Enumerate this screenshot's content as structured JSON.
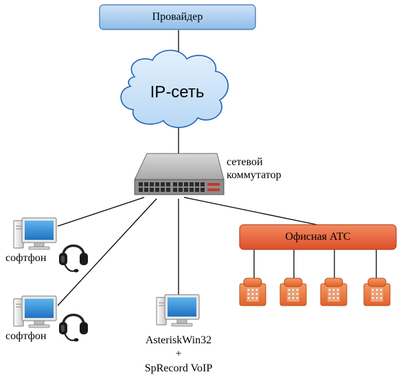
{
  "provider": {
    "label": "Провайдер",
    "fill": "#a9cdf0",
    "stroke": "#3a6ea5"
  },
  "cloud": {
    "label": "IP-сеть"
  },
  "switch": {
    "label_line1": "сетевой",
    "label_line2": "коммутатор"
  },
  "softphones": [
    {
      "label": "софтфон"
    },
    {
      "label": "софтфон"
    }
  ],
  "server": {
    "label_line1": "AsteriskWin32",
    "label_line2": "+",
    "label_line3": "SpRecord VoIP"
  },
  "pbx": {
    "label": "Офисная АТС",
    "fill": "#e8603c",
    "stroke": "#b84424"
  },
  "phones": [
    {
      "name": "phone-1"
    },
    {
      "name": "phone-2"
    },
    {
      "name": "phone-3"
    },
    {
      "name": "phone-4"
    }
  ],
  "colors": {
    "phone": "#f07a3e",
    "monitor_screen": "#2f8fd6",
    "line": "#000000"
  }
}
